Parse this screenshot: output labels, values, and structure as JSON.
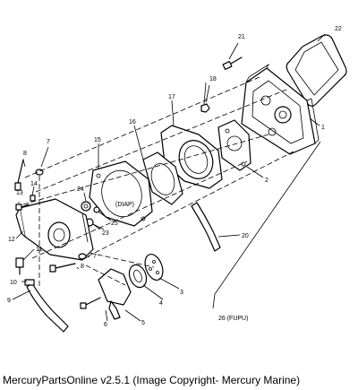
{
  "caption": "MercuryPartsOnline v2.5.1 (Image Copyright- Mercury Marine)",
  "callouts": {
    "c1": "1",
    "c2": "2",
    "c3": "3",
    "c4": "4",
    "c5": "5",
    "c6": "6",
    "c7a": "7",
    "c7b": "7",
    "c8a": "8",
    "c8b": "8",
    "c9": "9",
    "c10": "10",
    "c11": "11",
    "c12": "12",
    "c13": "13",
    "c14": "14",
    "c15": "15",
    "c16": "16",
    "c17": "17",
    "c18": "18",
    "c20": "20",
    "c21": "21",
    "c22": "22",
    "c23": "23",
    "c24": "24",
    "c25": "25",
    "c26": "26 (FUPU)",
    "diap": "(DIAP)"
  }
}
